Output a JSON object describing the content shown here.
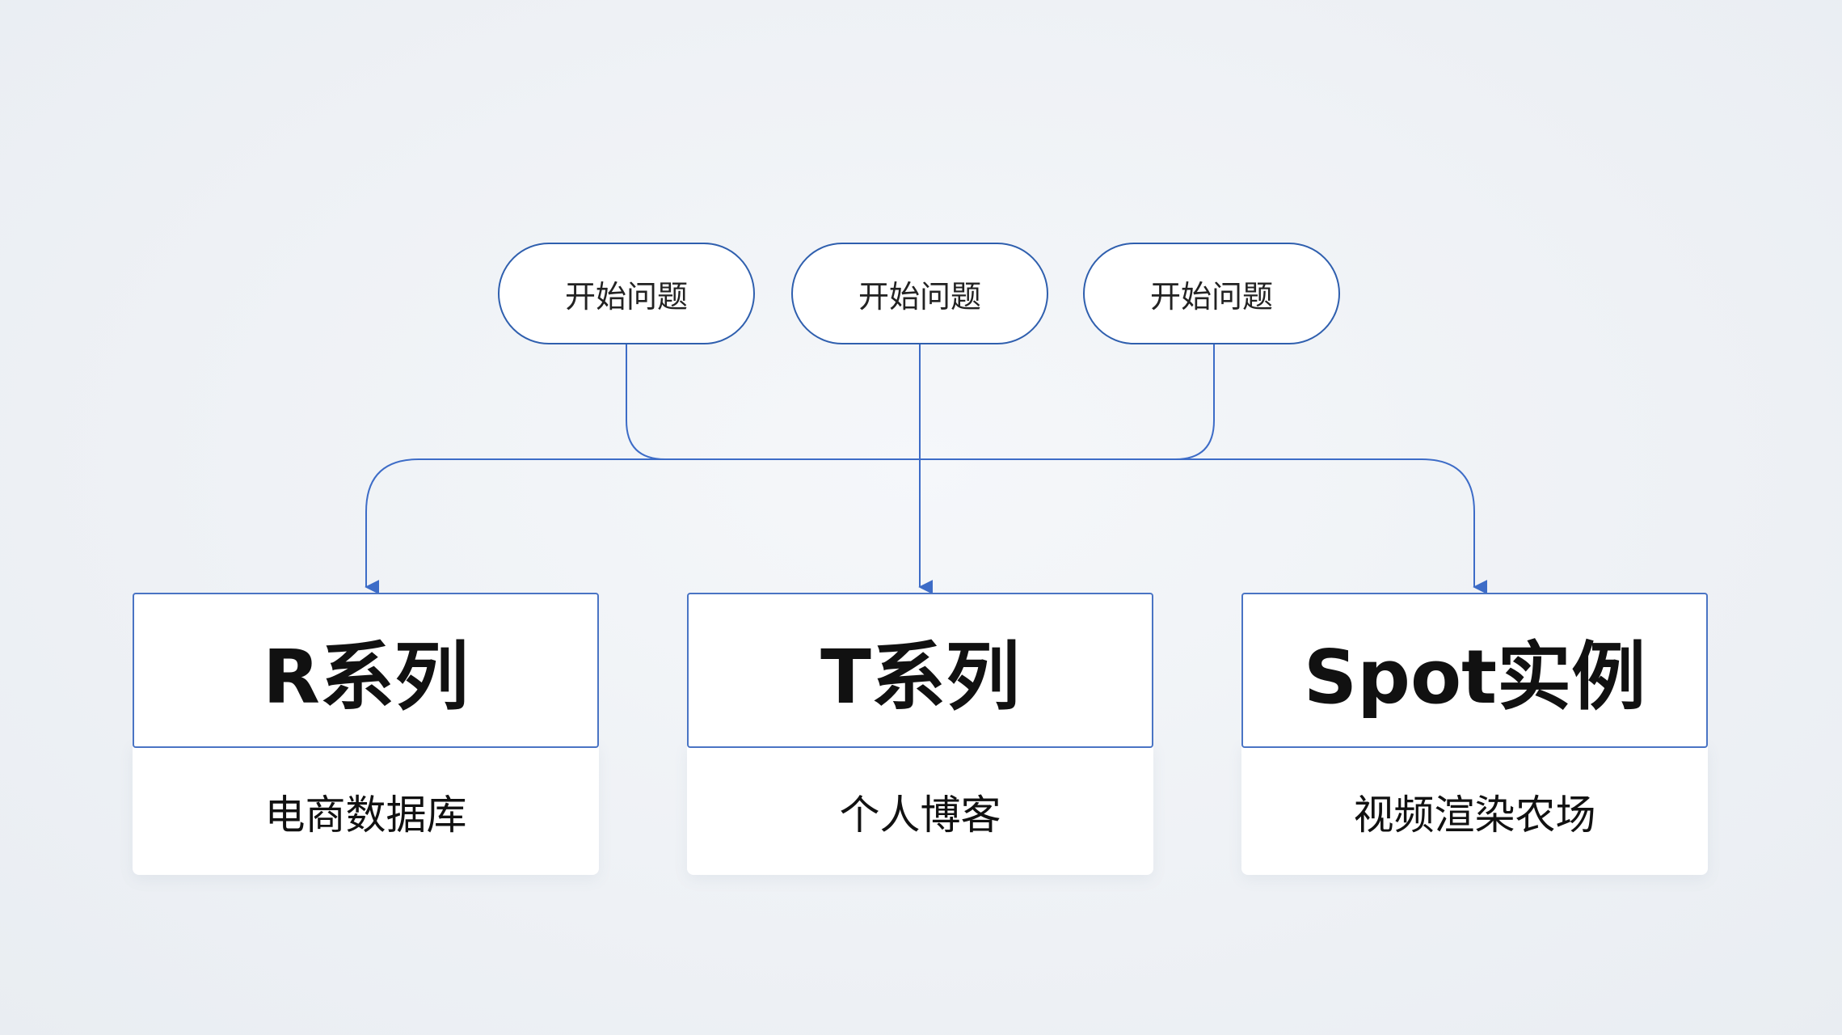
{
  "questions": [
    {
      "label": "开始问题"
    },
    {
      "label": "开始问题"
    },
    {
      "label": "开始问题"
    }
  ],
  "cards": [
    {
      "title": "R系列",
      "subtitle": "电商数据库"
    },
    {
      "title": "T系列",
      "subtitle": "个人博客"
    },
    {
      "title": "Spot实例",
      "subtitle": "视频渲染农场"
    }
  ],
  "colors": {
    "connector": "#3d6cc7",
    "pill_border": "#2f5fae",
    "card_border": "#4a74c4"
  }
}
